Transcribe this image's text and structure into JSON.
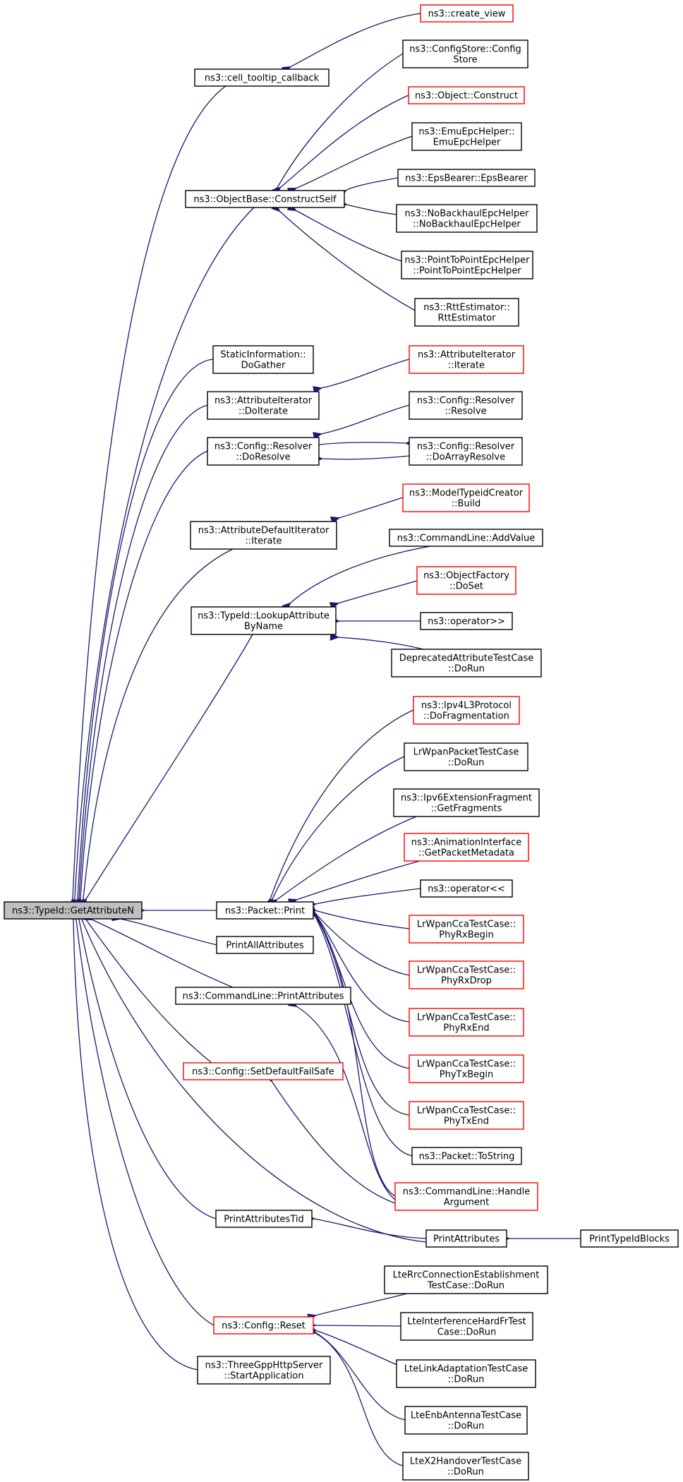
{
  "colors": {
    "edge": "#191970",
    "border_normal": "#000000",
    "border_truncated": "#ff0000",
    "root_fill": "#bfbfbf",
    "node_fill": "#ffffff"
  },
  "nodes": [
    {
      "id": "root",
      "lines": [
        "ns3::TypeId::GetAttributeN"
      ],
      "style": "root"
    },
    {
      "id": "cell_tooltip",
      "lines": [
        "ns3::cell_tooltip_callback"
      ],
      "style": "normal"
    },
    {
      "id": "create_view",
      "lines": [
        "ns3::create_view"
      ],
      "style": "truncated"
    },
    {
      "id": "configstore",
      "lines": [
        "ns3::ConfigStore::Config",
        "Store"
      ],
      "style": "normal"
    },
    {
      "id": "obj_construct",
      "lines": [
        "ns3::Object::Construct"
      ],
      "style": "truncated"
    },
    {
      "id": "emuepc",
      "lines": [
        "ns3::EmuEpcHelper::",
        "EmuEpcHelper"
      ],
      "style": "normal"
    },
    {
      "id": "epsbearer",
      "lines": [
        "ns3::EpsBearer::EpsBearer"
      ],
      "style": "normal"
    },
    {
      "id": "constructself",
      "lines": [
        "ns3::ObjectBase::ConstructSelf"
      ],
      "style": "normal"
    },
    {
      "id": "nobackhaul",
      "lines": [
        "ns3::NoBackhaulEpcHelper",
        "::NoBackhaulEpcHelper"
      ],
      "style": "normal"
    },
    {
      "id": "p2pepc",
      "lines": [
        "ns3::PointToPointEpcHelper",
        "::PointToPointEpcHelper"
      ],
      "style": "normal"
    },
    {
      "id": "rttest",
      "lines": [
        "ns3::RttEstimator::",
        "RttEstimator"
      ],
      "style": "normal"
    },
    {
      "id": "staticinfo",
      "lines": [
        "StaticInformation::",
        "DoGather"
      ],
      "style": "normal"
    },
    {
      "id": "attriter_iterate",
      "lines": [
        "ns3::AttributeIterator",
        "::Iterate"
      ],
      "style": "truncated"
    },
    {
      "id": "attriter_doiterate",
      "lines": [
        "ns3::AttributeIterator",
        "::DoIterate"
      ],
      "style": "normal"
    },
    {
      "id": "resolver_resolve",
      "lines": [
        "ns3::Config::Resolver",
        "::Resolve"
      ],
      "style": "normal"
    },
    {
      "id": "resolver_doresolve",
      "lines": [
        "ns3::Config::Resolver",
        "::DoResolve"
      ],
      "style": "normal"
    },
    {
      "id": "resolver_doarray",
      "lines": [
        "ns3::Config::Resolver",
        "::DoArrayResolve"
      ],
      "style": "normal"
    },
    {
      "id": "modeltypeid",
      "lines": [
        "ns3::ModelTypeidCreator",
        "::Build"
      ],
      "style": "truncated"
    },
    {
      "id": "attrdefault",
      "lines": [
        "ns3::AttributeDefaultIterator",
        "::Iterate"
      ],
      "style": "normal"
    },
    {
      "id": "cmd_addvalue",
      "lines": [
        "ns3::CommandLine::AddValue"
      ],
      "style": "normal"
    },
    {
      "id": "objfactory",
      "lines": [
        "ns3::ObjectFactory",
        "::DoSet"
      ],
      "style": "truncated"
    },
    {
      "id": "lookupattr",
      "lines": [
        "ns3::TypeId::LookupAttribute",
        "ByName"
      ],
      "style": "normal"
    },
    {
      "id": "op_shr",
      "lines": [
        "ns3::operator>>"
      ],
      "style": "normal"
    },
    {
      "id": "deprecated",
      "lines": [
        "DeprecatedAttributeTestCase",
        "::DoRun"
      ],
      "style": "normal"
    },
    {
      "id": "ipv4frag",
      "lines": [
        "ns3::Ipv4L3Protocol",
        "::DoFragmentation"
      ],
      "style": "truncated"
    },
    {
      "id": "lrwpanpacket",
      "lines": [
        "LrWpanPacketTestCase",
        "::DoRun"
      ],
      "style": "normal"
    },
    {
      "id": "ipv6frag",
      "lines": [
        "ns3::Ipv6ExtensionFragment",
        "::GetFragments"
      ],
      "style": "normal"
    },
    {
      "id": "animation",
      "lines": [
        "ns3::AnimationInterface",
        "::GetPacketMetadata"
      ],
      "style": "truncated"
    },
    {
      "id": "op_shl",
      "lines": [
        "ns3::operator<<"
      ],
      "style": "normal"
    },
    {
      "id": "packet_print",
      "lines": [
        "ns3::Packet::Print"
      ],
      "style": "normal"
    },
    {
      "id": "cca_rxbegin",
      "lines": [
        "LrWpanCcaTestCase::",
        "PhyRxBegin"
      ],
      "style": "truncated"
    },
    {
      "id": "printall",
      "lines": [
        "PrintAllAttributes"
      ],
      "style": "normal"
    },
    {
      "id": "cca_rxdrop",
      "lines": [
        "LrWpanCcaTestCase::",
        "PhyRxDrop"
      ],
      "style": "truncated"
    },
    {
      "id": "cmd_printattr",
      "lines": [
        "ns3::CommandLine::PrintAttributes"
      ],
      "style": "normal"
    },
    {
      "id": "cca_rxend",
      "lines": [
        "LrWpanCcaTestCase::",
        "PhyRxEnd"
      ],
      "style": "truncated"
    },
    {
      "id": "setdefault",
      "lines": [
        "ns3::Config::SetDefaultFailSafe"
      ],
      "style": "truncated"
    },
    {
      "id": "cca_txbegin",
      "lines": [
        "LrWpanCcaTestCase::",
        "PhyTxBegin"
      ],
      "style": "truncated"
    },
    {
      "id": "cca_txend",
      "lines": [
        "LrWpanCcaTestCase::",
        "PhyTxEnd"
      ],
      "style": "truncated"
    },
    {
      "id": "packet_tostring",
      "lines": [
        "ns3::Packet::ToString"
      ],
      "style": "normal"
    },
    {
      "id": "cmd_handle",
      "lines": [
        "ns3::CommandLine::Handle",
        "Argument"
      ],
      "style": "truncated"
    },
    {
      "id": "printattrtid",
      "lines": [
        "PrintAttributesTid"
      ],
      "style": "normal"
    },
    {
      "id": "printattributes",
      "lines": [
        "PrintAttributes"
      ],
      "style": "normal"
    },
    {
      "id": "printtypeidblocks",
      "lines": [
        "PrintTypeIdBlocks"
      ],
      "style": "normal"
    },
    {
      "id": "ltrrc",
      "lines": [
        "LteRrcConnectionEstablishment",
        "TestCase::DoRun"
      ],
      "style": "normal"
    },
    {
      "id": "config_reset",
      "lines": [
        "ns3::Config::Reset"
      ],
      "style": "truncated"
    },
    {
      "id": "lteinterf",
      "lines": [
        "LteInterferenceHardFrTest",
        "Case::DoRun"
      ],
      "style": "normal"
    },
    {
      "id": "ltelink",
      "lines": [
        "LteLinkAdaptationTestCase",
        "::DoRun"
      ],
      "style": "normal"
    },
    {
      "id": "threegpp",
      "lines": [
        "ns3::ThreeGppHttpServer",
        "::StartApplication"
      ],
      "style": "normal"
    },
    {
      "id": "lteenb",
      "lines": [
        "LteEnbAntennaTestCase",
        "::DoRun"
      ],
      "style": "normal"
    },
    {
      "id": "ltex2",
      "lines": [
        "LteX2HandoverTestCase",
        "::DoRun"
      ],
      "style": "normal"
    }
  ],
  "edges": [
    [
      "cell_tooltip",
      "root"
    ],
    [
      "constructself",
      "root"
    ],
    [
      "staticinfo",
      "root"
    ],
    [
      "attriter_doiterate",
      "root"
    ],
    [
      "resolver_doresolve",
      "root"
    ],
    [
      "attrdefault",
      "root"
    ],
    [
      "lookupattr",
      "root"
    ],
    [
      "packet_print",
      "root"
    ],
    [
      "printall",
      "root"
    ],
    [
      "cmd_printattr",
      "root"
    ],
    [
      "setdefault",
      "root"
    ],
    [
      "printattributes",
      "root"
    ],
    [
      "printattrtid",
      "root"
    ],
    [
      "config_reset",
      "root"
    ],
    [
      "threegpp",
      "root"
    ],
    [
      "create_view",
      "cell_tooltip"
    ],
    [
      "configstore",
      "constructself"
    ],
    [
      "obj_construct",
      "constructself"
    ],
    [
      "emuepc",
      "constructself"
    ],
    [
      "epsbearer",
      "constructself"
    ],
    [
      "nobackhaul",
      "constructself"
    ],
    [
      "p2pepc",
      "constructself"
    ],
    [
      "rttest",
      "constructself"
    ],
    [
      "attriter_iterate",
      "attriter_doiterate"
    ],
    [
      "resolver_resolve",
      "resolver_doresolve"
    ],
    [
      "resolver_doarray",
      "resolver_doresolve"
    ],
    [
      "resolver_doresolve",
      "resolver_doarray"
    ],
    [
      "modeltypeid",
      "attrdefault"
    ],
    [
      "cmd_addvalue",
      "lookupattr"
    ],
    [
      "objfactory",
      "lookupattr"
    ],
    [
      "op_shr",
      "lookupattr"
    ],
    [
      "deprecated",
      "lookupattr"
    ],
    [
      "ipv4frag",
      "packet_print"
    ],
    [
      "lrwpanpacket",
      "packet_print"
    ],
    [
      "ipv6frag",
      "packet_print"
    ],
    [
      "animation",
      "packet_print"
    ],
    [
      "op_shl",
      "packet_print"
    ],
    [
      "cca_rxbegin",
      "packet_print"
    ],
    [
      "cca_rxdrop",
      "packet_print"
    ],
    [
      "cca_rxend",
      "packet_print"
    ],
    [
      "cca_txbegin",
      "packet_print"
    ],
    [
      "cca_txend",
      "packet_print"
    ],
    [
      "packet_tostring",
      "packet_print"
    ],
    [
      "cmd_handle",
      "packet_print"
    ],
    [
      "cmd_handle",
      "cmd_printattr"
    ],
    [
      "cmd_handle",
      "setdefault"
    ],
    [
      "printattributes",
      "printattrtid"
    ],
    [
      "printtypeidblocks",
      "printattributes"
    ],
    [
      "ltrrc",
      "config_reset"
    ],
    [
      "lteinterf",
      "config_reset"
    ],
    [
      "ltelink",
      "config_reset"
    ],
    [
      "lteenb",
      "config_reset"
    ],
    [
      "ltex2",
      "config_reset"
    ]
  ]
}
